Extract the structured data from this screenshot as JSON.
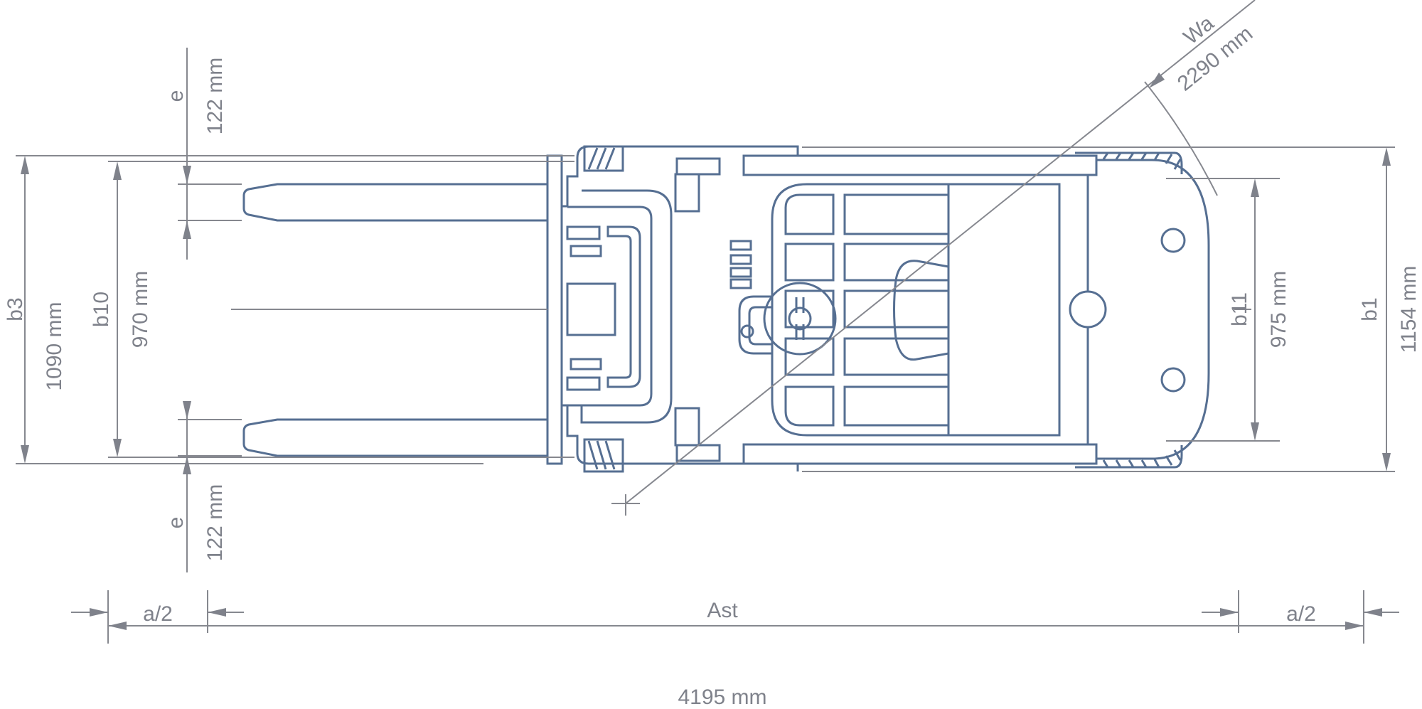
{
  "colors": {
    "outline": "#566f92",
    "dimension": "#86888f"
  },
  "dimensions": {
    "e_top": {
      "symbol": "e",
      "value": "122 mm"
    },
    "e_bottom": {
      "symbol": "e",
      "value": "122 mm"
    },
    "b3": {
      "symbol": "b3",
      "value": "1090 mm"
    },
    "b10": {
      "symbol": "b10",
      "value": "970 mm"
    },
    "b11": {
      "symbol": "b11",
      "value": "975 mm"
    },
    "b1": {
      "symbol": "b1",
      "value": "1154 mm"
    },
    "wa": {
      "symbol": "Wa",
      "value": "2290 mm"
    },
    "a2_left": {
      "symbol": "a/2"
    },
    "a2_right": {
      "symbol": "a/2"
    },
    "ast": {
      "symbol": "Ast",
      "value": "4195 mm"
    }
  }
}
